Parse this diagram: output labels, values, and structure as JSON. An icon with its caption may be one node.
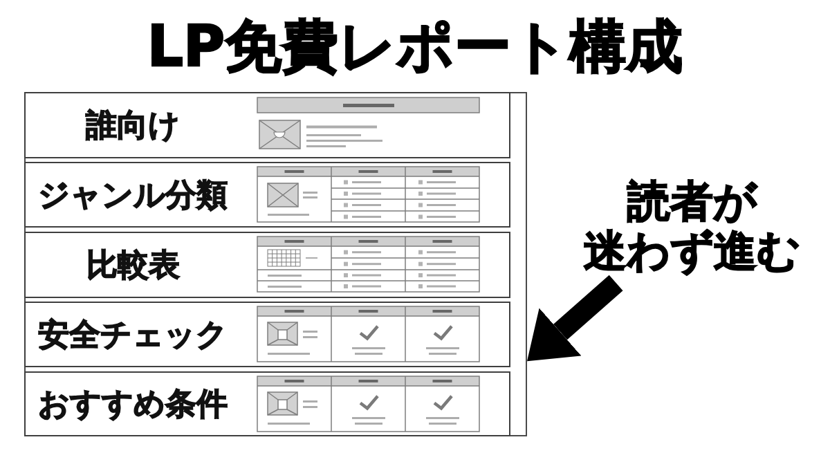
{
  "diagram": {
    "title": "LP免費レポート構成",
    "nodes": [
      {
        "text": [],
        "shape": "box"
      },
      {
        "text": [
          "誰向け"
        ],
        "in": 0
      },
      {
        "text": [
          "ジャンル分類"
        ],
        "in": 0
      },
      {
        "text": [
          "比較表"
        ],
        "in": 0
      },
      {
        "text": [
          "安全チェック"
        ],
        "in": 0
      },
      {
        "text": [
          "おすすめ条件"
        ],
        "in": 0
      },
      {
        "text": [
          "読者が迷わず進む"
        ]
      }
    ],
    "edges": [
      {
        "from": 6,
        "to": 0,
        "arrow": "to"
      }
    ]
  }
}
